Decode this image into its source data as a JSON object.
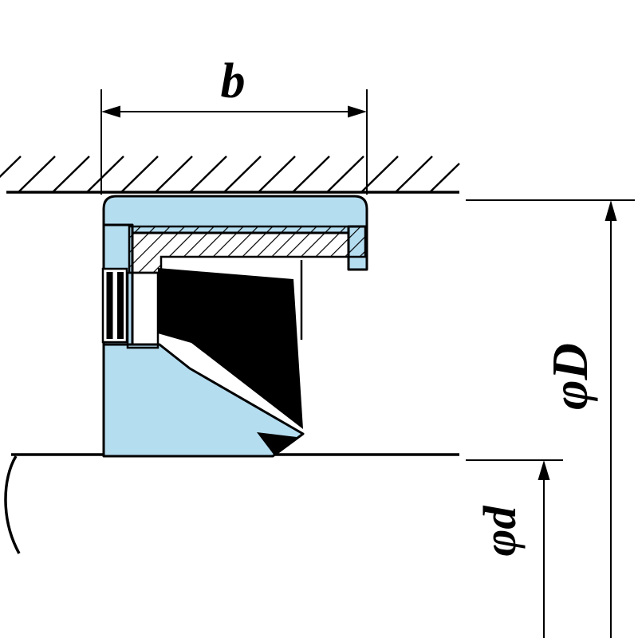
{
  "diagram": {
    "labels": {
      "seal_width": "b",
      "outer_diameter": "φD",
      "shaft_diameter": "φd"
    },
    "colors": {
      "seal_rubber": "#b5ddf0",
      "outline": "#000000",
      "background": "#ffffff"
    }
  }
}
